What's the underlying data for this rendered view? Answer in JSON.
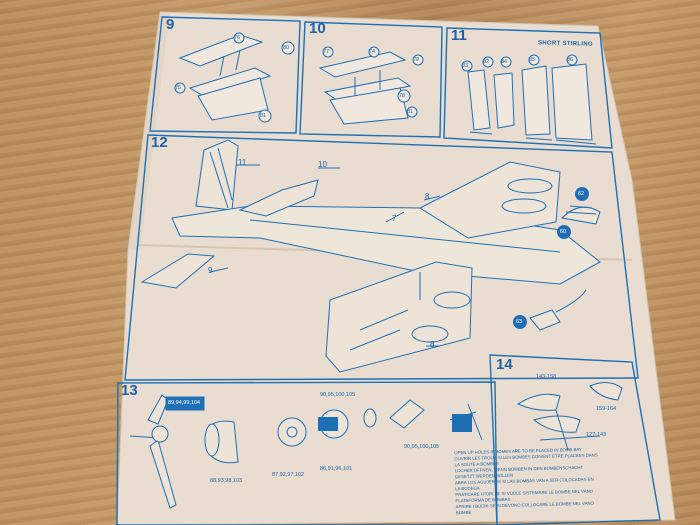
{
  "sheet_title": "SHORT STIRLING",
  "steps": [
    "9",
    "10",
    "11",
    "12",
    "13",
    "14"
  ],
  "step9_parts": [
    "76",
    "80",
    "75",
    "81"
  ],
  "step10_parts": [
    "77",
    "74",
    "79",
    "78",
    "81"
  ],
  "step11_parts": [
    "83",
    "82",
    "84",
    "85",
    "86"
  ],
  "step12_parts": [
    "11",
    "10",
    "7",
    "8",
    "9",
    "62",
    "60",
    "63",
    "8"
  ],
  "step13_parts": [
    "89,94,99,104",
    "90,95,100,105",
    "88,93,98,103",
    "87,92,97,102",
    "86,91,96,101",
    "90,95,100,105"
  ],
  "step14_parts": [
    "143-158",
    "159-164",
    "127-143"
  ],
  "notes": [
    "OPEN UP HOLES IF BOMBS ARE TO BE PLACED IN BOMB BAY",
    "OUVRIR LES TROUS SI LES BOMBES DOIVENT ETRE PLACEES DANS",
    "LA SOUTE A BOMBES",
    "LOCHER OFFNEN, WENN BOMBEN IN DEN BOMBENSCHACHT",
    "GESETZT WERDEN SOLLEN",
    "ABRA LOS AGUJEROS SI LAS BOMBAS VAN A SER COLOCADAS EN",
    "LA BODEGA",
    "PRATICARE I FORI SE SI VUOLE SISTEMARE LE BOMBE NEL VANO",
    "PLATAFORMA DE BOMBAS",
    "APRIRE I BUCHI SE SI DEVONO COLLOCARE LE BOMBE NEL VANO",
    "BOMBE"
  ]
}
